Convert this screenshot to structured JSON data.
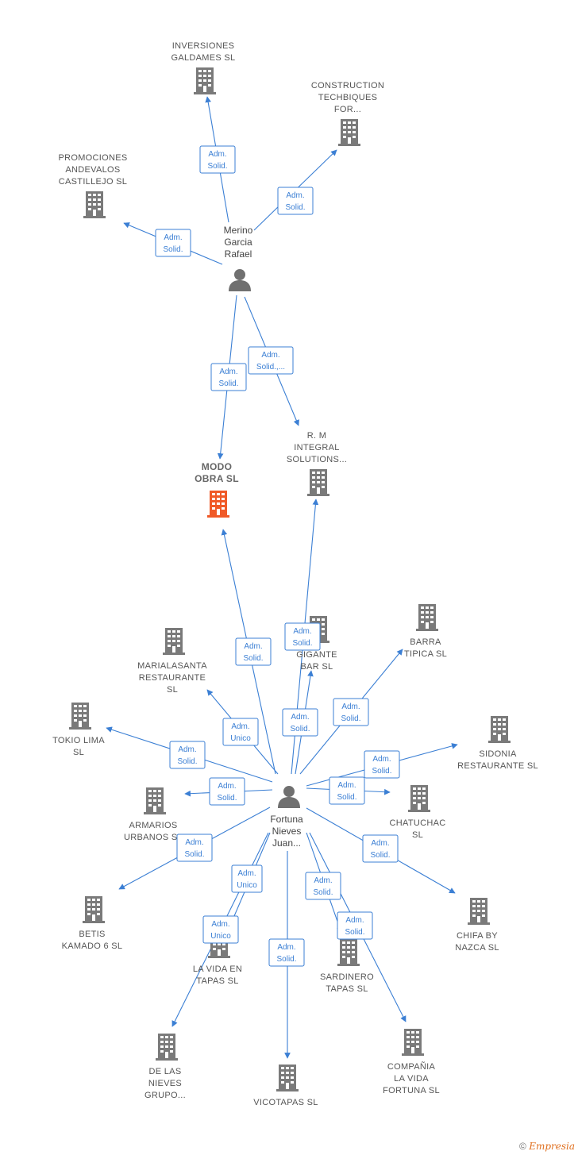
{
  "colors": {
    "edge": "#3b7fd4",
    "building": "#7a7a7a",
    "focus": "#f05a28",
    "person": "#707070"
  },
  "persons": [
    {
      "id": "merino",
      "lines": [
        "Merino",
        "Garcia",
        "Rafael"
      ],
      "icon": "person-icon"
    },
    {
      "id": "fortuna",
      "lines": [
        "Fortuna",
        "Nieves",
        "Juan..."
      ],
      "icon": "person-icon"
    }
  ],
  "companies": [
    {
      "id": "inversiones",
      "lines": [
        "INVERSIONES",
        "GALDAMES SL"
      ]
    },
    {
      "id": "construction",
      "lines": [
        "CONSTRUCTION",
        "TECHBIQUES",
        "FOR..."
      ]
    },
    {
      "id": "promociones",
      "lines": [
        "PROMOCIONES",
        "ANDEVALOS",
        "CASTILLEJO SL"
      ]
    },
    {
      "id": "modo",
      "lines": [
        "MODO",
        "OBRA  SL"
      ],
      "focus": true
    },
    {
      "id": "rm",
      "lines": [
        "R.  M",
        "INTEGRAL",
        "SOLUTIONS..."
      ]
    },
    {
      "id": "gigante",
      "lines": [
        "GIGANTE",
        "BAR  SL"
      ]
    },
    {
      "id": "barra",
      "lines": [
        "BARRA",
        "TIPICA  SL"
      ]
    },
    {
      "id": "marialasanta",
      "lines": [
        "MARIALASANTA",
        "RESTAURANTE",
        "SL"
      ]
    },
    {
      "id": "sidonia",
      "lines": [
        "SIDONIA",
        "RESTAURANTE SL"
      ]
    },
    {
      "id": "tokio",
      "lines": [
        "TOKIO LIMA",
        "SL"
      ]
    },
    {
      "id": "chatuchac",
      "lines": [
        "CHATUCHAC",
        "SL"
      ]
    },
    {
      "id": "armarios",
      "lines": [
        "ARMARIOS",
        "URBANOS  SL"
      ]
    },
    {
      "id": "betis",
      "lines": [
        "BETIS",
        "KAMADO 6  SL"
      ]
    },
    {
      "id": "chifa",
      "lines": [
        "CHIFA BY",
        "NAZCA  SL"
      ]
    },
    {
      "id": "lavida",
      "lines": [
        "LA VIDA EN",
        "TAPAS  SL"
      ]
    },
    {
      "id": "sardinero",
      "lines": [
        "SARDINERO",
        "TAPAS  SL"
      ]
    },
    {
      "id": "delasnieves",
      "lines": [
        "DE LAS",
        "NIEVES",
        "GRUPO..."
      ]
    },
    {
      "id": "vicotapas",
      "lines": [
        "VICOTAPAS  SL"
      ]
    },
    {
      "id": "compania",
      "lines": [
        "COMPAÑIA",
        "LA VIDA",
        "FORTUNA  SL"
      ]
    }
  ],
  "edges": [
    {
      "from": "merino",
      "to": "inversiones",
      "badge": [
        "Adm.",
        "Solid."
      ]
    },
    {
      "from": "merino",
      "to": "construction",
      "badge": [
        "Adm.",
        "Solid."
      ]
    },
    {
      "from": "merino",
      "to": "promociones",
      "badge": [
        "Adm.",
        "Solid."
      ]
    },
    {
      "from": "merino",
      "to": "modo",
      "badge": [
        "Adm.",
        "Solid."
      ]
    },
    {
      "from": "merino",
      "to": "rm",
      "badge": [
        "Adm.",
        "Solid.,..."
      ]
    },
    {
      "from": "fortuna",
      "to": "modo",
      "badge": [
        "Adm.",
        "Solid."
      ]
    },
    {
      "from": "fortuna",
      "to": "rm",
      "badge": [
        "Adm.",
        "Solid."
      ]
    },
    {
      "from": "fortuna",
      "to": "gigante",
      "badge": [
        "Adm.",
        "Solid."
      ]
    },
    {
      "from": "fortuna",
      "to": "barra",
      "badge": [
        "Adm.",
        "Solid."
      ]
    },
    {
      "from": "fortuna",
      "to": "marialasanta",
      "badge": [
        "Adm.",
        "Unico"
      ]
    },
    {
      "from": "fortuna",
      "to": "sidonia",
      "badge": [
        "Adm.",
        "Solid."
      ]
    },
    {
      "from": "fortuna",
      "to": "tokio",
      "badge": [
        "Adm.",
        "Solid."
      ]
    },
    {
      "from": "fortuna",
      "to": "chatuchac",
      "badge": [
        "Adm.",
        "Solid."
      ]
    },
    {
      "from": "fortuna",
      "to": "armarios",
      "badge": [
        "Adm.",
        "Solid."
      ]
    },
    {
      "from": "fortuna",
      "to": "betis",
      "badge": [
        "Adm.",
        "Solid."
      ]
    },
    {
      "from": "fortuna",
      "to": "chifa",
      "badge": [
        "Adm.",
        "Solid."
      ]
    },
    {
      "from": "fortuna",
      "to": "lavida",
      "badge": [
        "Adm.",
        "Unico"
      ]
    },
    {
      "from": "fortuna",
      "to": "sardinero",
      "badge": [
        "Adm.",
        "Solid."
      ]
    },
    {
      "from": "fortuna",
      "to": "delasnieves",
      "badge": [
        "Adm.",
        "Unico"
      ]
    },
    {
      "from": "fortuna",
      "to": "vicotapas",
      "badge": [
        "Adm.",
        "Solid."
      ]
    },
    {
      "from": "fortuna",
      "to": "compania",
      "badge": [
        "Adm.",
        "Solid."
      ]
    }
  ],
  "footer": {
    "copyright": "©",
    "brand": "Empresia"
  }
}
